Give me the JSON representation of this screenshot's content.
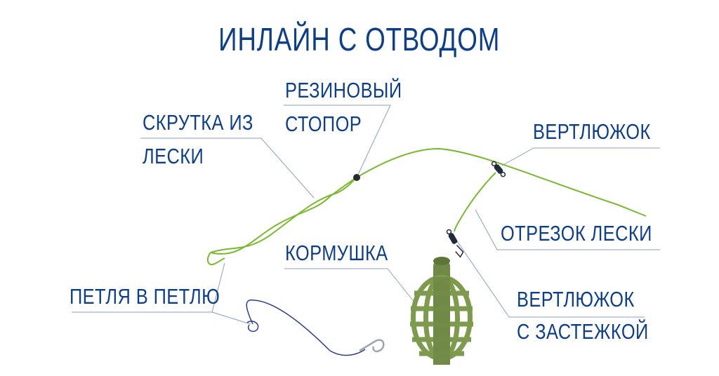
{
  "title": "ИНЛАЙН С ОТВОДОМ",
  "labels": {
    "twist": [
      "СКРУТКА ИЗ",
      "ЛЕСКИ"
    ],
    "stopper": [
      "РЕЗИНОВЫЙ",
      "СТОПОР"
    ],
    "swivel": "ВЕРТЛЮЖОК",
    "line_segment": "ОТРЕЗОК ЛЕСКИ",
    "feeder": "КОРМУШКА",
    "loop": "ПЕТЛЯ В ПЕТЛЮ",
    "snap_swivel": [
      "ВЕРТЛЮЖОК",
      "С ЗАСТЕЖКОЙ"
    ]
  },
  "colors": {
    "text": "#0e3f86",
    "line": "#7ab82e",
    "leader": "#8a9fc4",
    "hook_line": "#2c3d8f",
    "feeder": "#6f8a46",
    "feeder_dark": "#4f6630"
  }
}
